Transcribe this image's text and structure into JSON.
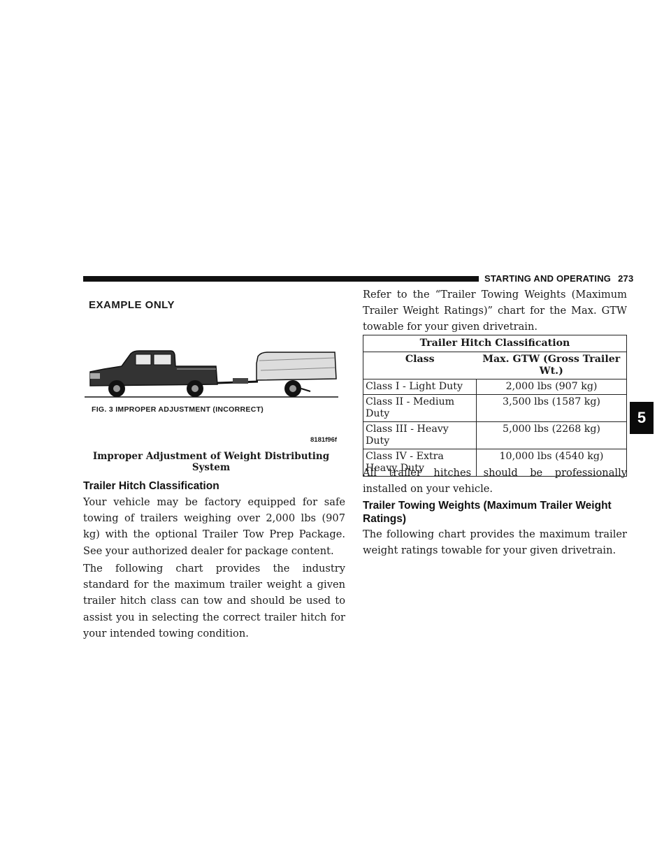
{
  "header": {
    "section_title": "STARTING AND OPERATING",
    "page_number": "273"
  },
  "figure": {
    "label": "EXAMPLE ONLY",
    "caption_line": "FIG. 3  IMPROPER ADJUSTMENT  (INCORRECT)",
    "code": "8181f96f",
    "title": "Improper Adjustment of Weight Distributing System"
  },
  "left": {
    "heading": "Trailer Hitch Classification",
    "para1": "Your vehicle may be factory equipped for safe towing of trailers weighing over 2,000 lbs (907 kg) with the optional Trailer Tow Prep Package. See your authorized dealer for package content.",
    "para2": "The following chart provides the industry standard for the maximum trailer weight a given trailer hitch class can tow and should be used to assist you in selecting the correct trailer hitch for your intended towing condition."
  },
  "right": {
    "intro": "Refer to the “Trailer Towing Weights (Maximum Trailer Weight Ratings)” chart for the Max. GTW towable for your given drivetrain.",
    "after_table": "All trailer hitches should be professionally installed on your vehicle.",
    "heading2": "Trailer Towing Weights (Maximum Trailer Weight Ratings)",
    "para_final": "The following chart provides the maximum trailer weight ratings towable for your given drivetrain."
  },
  "table": {
    "caption": "Trailer Hitch Classification",
    "col_class": "Class",
    "col_gtw": "Max. GTW (Gross Trailer Wt.)",
    "rows": [
      {
        "cls": "Class I - Light Duty",
        "gtw": "2,000 lbs (907 kg)"
      },
      {
        "cls": "Class II - Medium Duty",
        "gtw": "3,500 lbs (1587 kg)"
      },
      {
        "cls": "Class III - Heavy Duty",
        "gtw": "5,000 lbs (2268 kg)"
      },
      {
        "cls": "Class IV - Extra Heavy Duty",
        "gtw": "10,000 lbs (4540 kg)"
      }
    ]
  },
  "tab": {
    "number": "5"
  }
}
